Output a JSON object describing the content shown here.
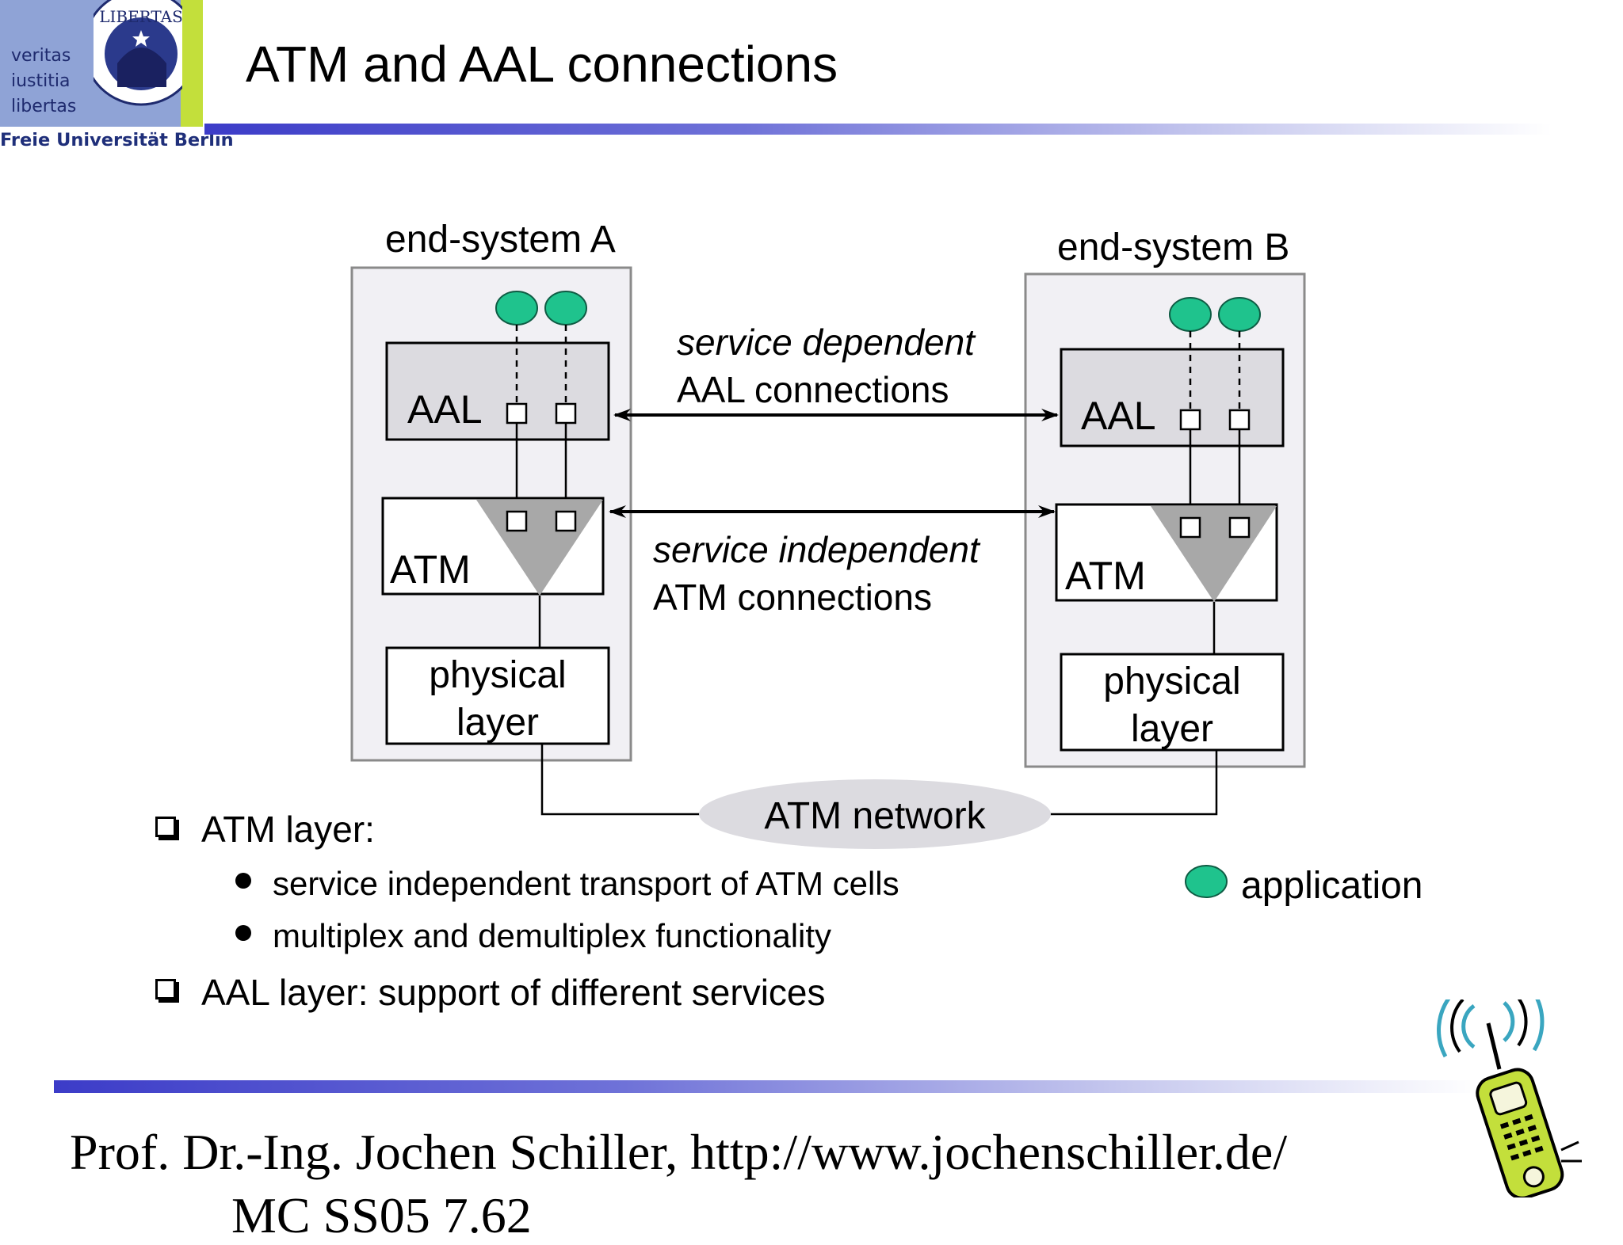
{
  "header": {
    "title": "ATM and AAL connections",
    "logo": {
      "motto": [
        "veritas",
        "iustitia",
        "libertas"
      ],
      "seal_text": "LIBERTAS",
      "university": "Freie Universität Berlin"
    }
  },
  "diagram": {
    "end_system_a": {
      "label": "end-system A",
      "aal_label": "AAL",
      "atm_label": "ATM",
      "physical_label": [
        "physical",
        "layer"
      ]
    },
    "end_system_b": {
      "label": "end-system B",
      "aal_label": "AAL",
      "atm_label": "ATM",
      "physical_label": [
        "physical",
        "layer"
      ]
    },
    "aal_connection_label": [
      "service dependent",
      "AAL connections"
    ],
    "atm_connection_label": [
      "service independent",
      "ATM connections"
    ],
    "network_label": "ATM network",
    "legend_label": "application",
    "colors": {
      "application": "#1fc38d",
      "layer_fill": "#dcdbe0",
      "system_fill": "#f1f0f4",
      "mux": "#a8a8a8"
    }
  },
  "bullets": [
    {
      "text": "ATM layer:",
      "sub": [
        "service independent transport of ATM cells",
        "multiplex and demultiplex functionality"
      ]
    },
    {
      "text": "AAL layer: support of different services",
      "sub": []
    }
  ],
  "footer": {
    "text": "Prof. Dr.-Ing. Jochen Schiller, http://www.jochenschiller.de/",
    "sub": "MC SS05        7.62",
    "phone_icon": "mobile-phone-icon"
  }
}
